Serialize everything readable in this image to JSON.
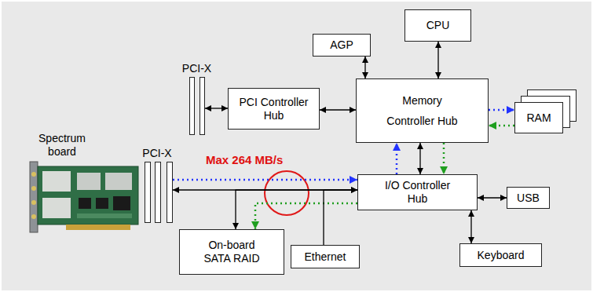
{
  "diagram": {
    "nodes": [
      {
        "text": [
          "CPU"
        ]
      },
      {
        "text": [
          "AGP"
        ]
      },
      {
        "text": [
          "PCI-X"
        ]
      },
      {
        "text": [
          "PCI Controller Hub"
        ]
      },
      {
        "text": [
          "Memory Controller Hub"
        ]
      },
      {
        "text": [
          "RAM"
        ]
      },
      {
        "text": [
          "PCI-X"
        ]
      },
      {
        "text": [
          "I/O Controller Hub"
        ]
      },
      {
        "text": [
          "USB"
        ]
      },
      {
        "text": [
          "On-board SATA RAID"
        ]
      },
      {
        "text": [
          "Ethernet"
        ]
      },
      {
        "text": [
          "Keyboard"
        ]
      }
    ],
    "edges": [
      {
        "from": 0,
        "to": 4,
        "arrow": "both"
      },
      {
        "from": 1,
        "to": 4,
        "arrow": "both"
      },
      {
        "from": 2,
        "to": 3,
        "arrow": "both"
      },
      {
        "from": 3,
        "to": 4,
        "arrow": "both"
      },
      {
        "from": 4,
        "to": 5,
        "arrow": "to"
      },
      {
        "from": 5,
        "to": 4,
        "arrow": "to"
      },
      {
        "from": 4,
        "to": 7,
        "arrow": "both"
      },
      {
        "from": 7,
        "to": 4,
        "arrow": "to"
      },
      {
        "from": 4,
        "to": 7,
        "arrow": "to"
      },
      {
        "from": 6,
        "to": 7,
        "arrow": "both"
      },
      {
        "from": 6,
        "to": 7,
        "arrow": "to"
      },
      {
        "from": 7,
        "to": 9,
        "arrow": "both"
      },
      {
        "from": 7,
        "to": 9,
        "arrow": "to"
      },
      {
        "from": 7,
        "to": 10,
        "arrow": "none"
      },
      {
        "from": 7,
        "to": 8,
        "arrow": "both"
      },
      {
        "from": 7,
        "to": 11,
        "arrow": "both"
      }
    ],
    "labels": [
      "Spectrum board",
      "Max 264 MB/s"
    ]
  }
}
